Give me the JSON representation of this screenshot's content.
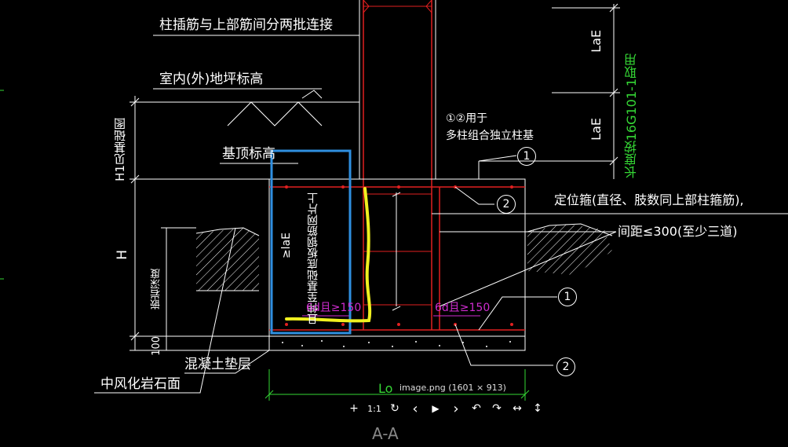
{
  "labels": {
    "column_bar_connection": "柱插筋与上部筋间分两批连接",
    "floor_elevation": "室内(外)地坪标高",
    "h1_note": "H1见基础图",
    "top_elevation": "基顶标高",
    "h_label": "H",
    "rock_depth": "嵌岩深度",
    "dim_100": "100",
    "cushion": "混凝土垫层",
    "rock_surface": "中风化岩石面",
    "lae_top": "LaE",
    "lae_mid": "LaE",
    "length_note": "长度按16G101-1取用",
    "multi_column_note_1": "①②用于",
    "multi_column_note_2": "多柱组合独立柱基",
    "stirrup_note": "定位箍(直径、肢数同上部柱箍筋),",
    "spacing_note": "间距≤300(至少三道)",
    "anchor_ge": "≥laE",
    "anchor_note": "且伸至基础底板钢筋网片上",
    "hook_left": "6d且≥150",
    "hook_right": "6d且≥150",
    "lo_label": "Lo",
    "section_label": "A-A"
  },
  "callouts": [
    "1",
    "2",
    "1",
    "2"
  ],
  "viewer": {
    "caption": "image.png (1601 × 913)",
    "toolbar": [
      {
        "icon": "zoom-in-icon",
        "glyph": "+"
      },
      {
        "icon": "actual-size-icon",
        "glyph": "1:1"
      },
      {
        "icon": "refresh-icon",
        "glyph": "↻"
      },
      {
        "icon": "previous-icon",
        "glyph": "‹"
      },
      {
        "icon": "play-icon",
        "glyph": "▶"
      },
      {
        "icon": "next-icon",
        "glyph": "›"
      },
      {
        "icon": "rotate-left-icon",
        "glyph": "↶"
      },
      {
        "icon": "rotate-right-icon",
        "glyph": "↷"
      },
      {
        "icon": "fit-width-icon",
        "glyph": "↔"
      },
      {
        "icon": "fit-height-icon",
        "glyph": "↕"
      }
    ]
  },
  "colors": {
    "background": "#000000",
    "rebar": "#e02020",
    "highlight_box": "#2f8fe0",
    "highlight_stroke": "#f0f020",
    "dimension": "#35d735",
    "annotation": "#d02cd0",
    "linework": "#ffffff"
  }
}
